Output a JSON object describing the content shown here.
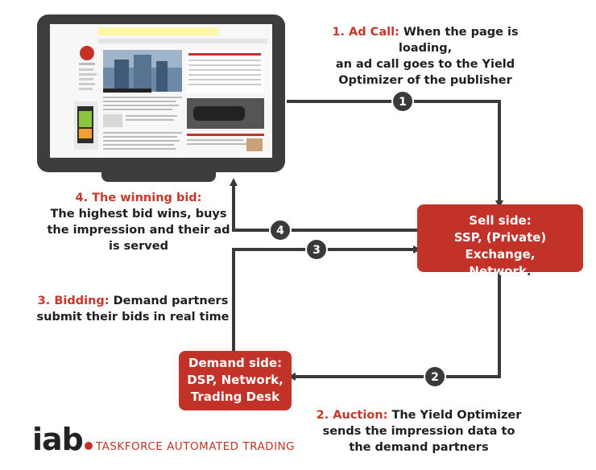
{
  "step1": {
    "title": "1. Ad Call:",
    "line1_rest": " When the page is loading,",
    "line2": "an ad call goes to the Yield",
    "line3": "Optimizer of the publisher"
  },
  "step2": {
    "title": "2. Auction:",
    "line1_rest": " The Yield Optimizer",
    "line2": "sends the impression data to",
    "line3": "the demand partners"
  },
  "step3": {
    "title": "3. Bidding:",
    "line1_rest": " Demand partners",
    "line2": "submit their bids in real time"
  },
  "step4": {
    "title": "4. The winning bid:",
    "line2": "The highest bid wins, buys",
    "line3": "the impression and their ad",
    "line4": "is served"
  },
  "sell_side": {
    "line1": "Sell side:",
    "line2": "SSP, (Private) Exchange,",
    "line3": "Network",
    "dot": "."
  },
  "demand_side": {
    "line1": "Demand side:",
    "line2": "DSP, Network,",
    "line3": "Trading Desk"
  },
  "nodes": [
    "1",
    "2",
    "3",
    "4"
  ],
  "brand": {
    "logo": "iab",
    "tagline": "TASKFORCE AUTOMATED TRADING"
  },
  "colors": {
    "accent": "#c33228",
    "arrow": "#3a3a3a",
    "monitor": "#3d3d3d"
  }
}
